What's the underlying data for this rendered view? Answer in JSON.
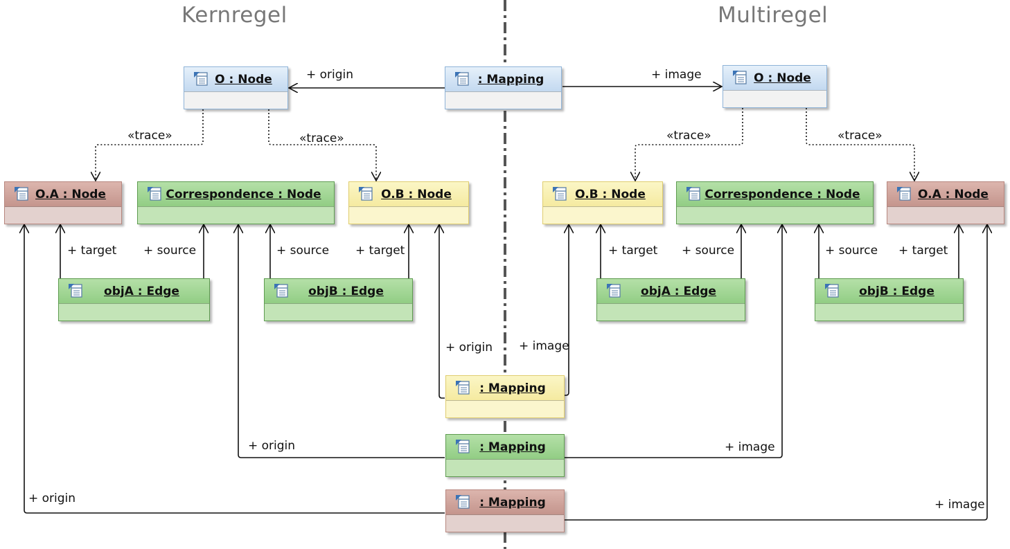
{
  "headings": {
    "left": "Kernregel",
    "right": "Multiregel"
  },
  "nodes": {
    "o_left": ": O : Node",
    "o_left_title": "O : Node",
    "map_top": ": Mapping",
    "o_right": "O : Node",
    "oa_left": "O.A : Node",
    "corr_left": "Correspondence : Node",
    "ob_left": "O.B : Node",
    "ob_right": "O.B : Node",
    "corr_right": "Correspondence : Node",
    "oa_right": "O.A : Node",
    "objA_left": "objA : Edge",
    "objB_left": "objB : Edge",
    "objA_right": "objA : Edge",
    "objB_right": "objB : Edge",
    "map_yellow": ": Mapping",
    "map_green": ": Mapping",
    "map_red": ": Mapping"
  },
  "labels": {
    "origin": "+ origin",
    "image": "+ image",
    "trace": "«trace»",
    "target": "+ target",
    "source": "+ source"
  },
  "colors": {
    "blue": "#c3d9f0",
    "red": "#c4958d",
    "green": "#92cd84",
    "yellow": "#f5eaa0"
  },
  "icon": "class-instance-icon"
}
